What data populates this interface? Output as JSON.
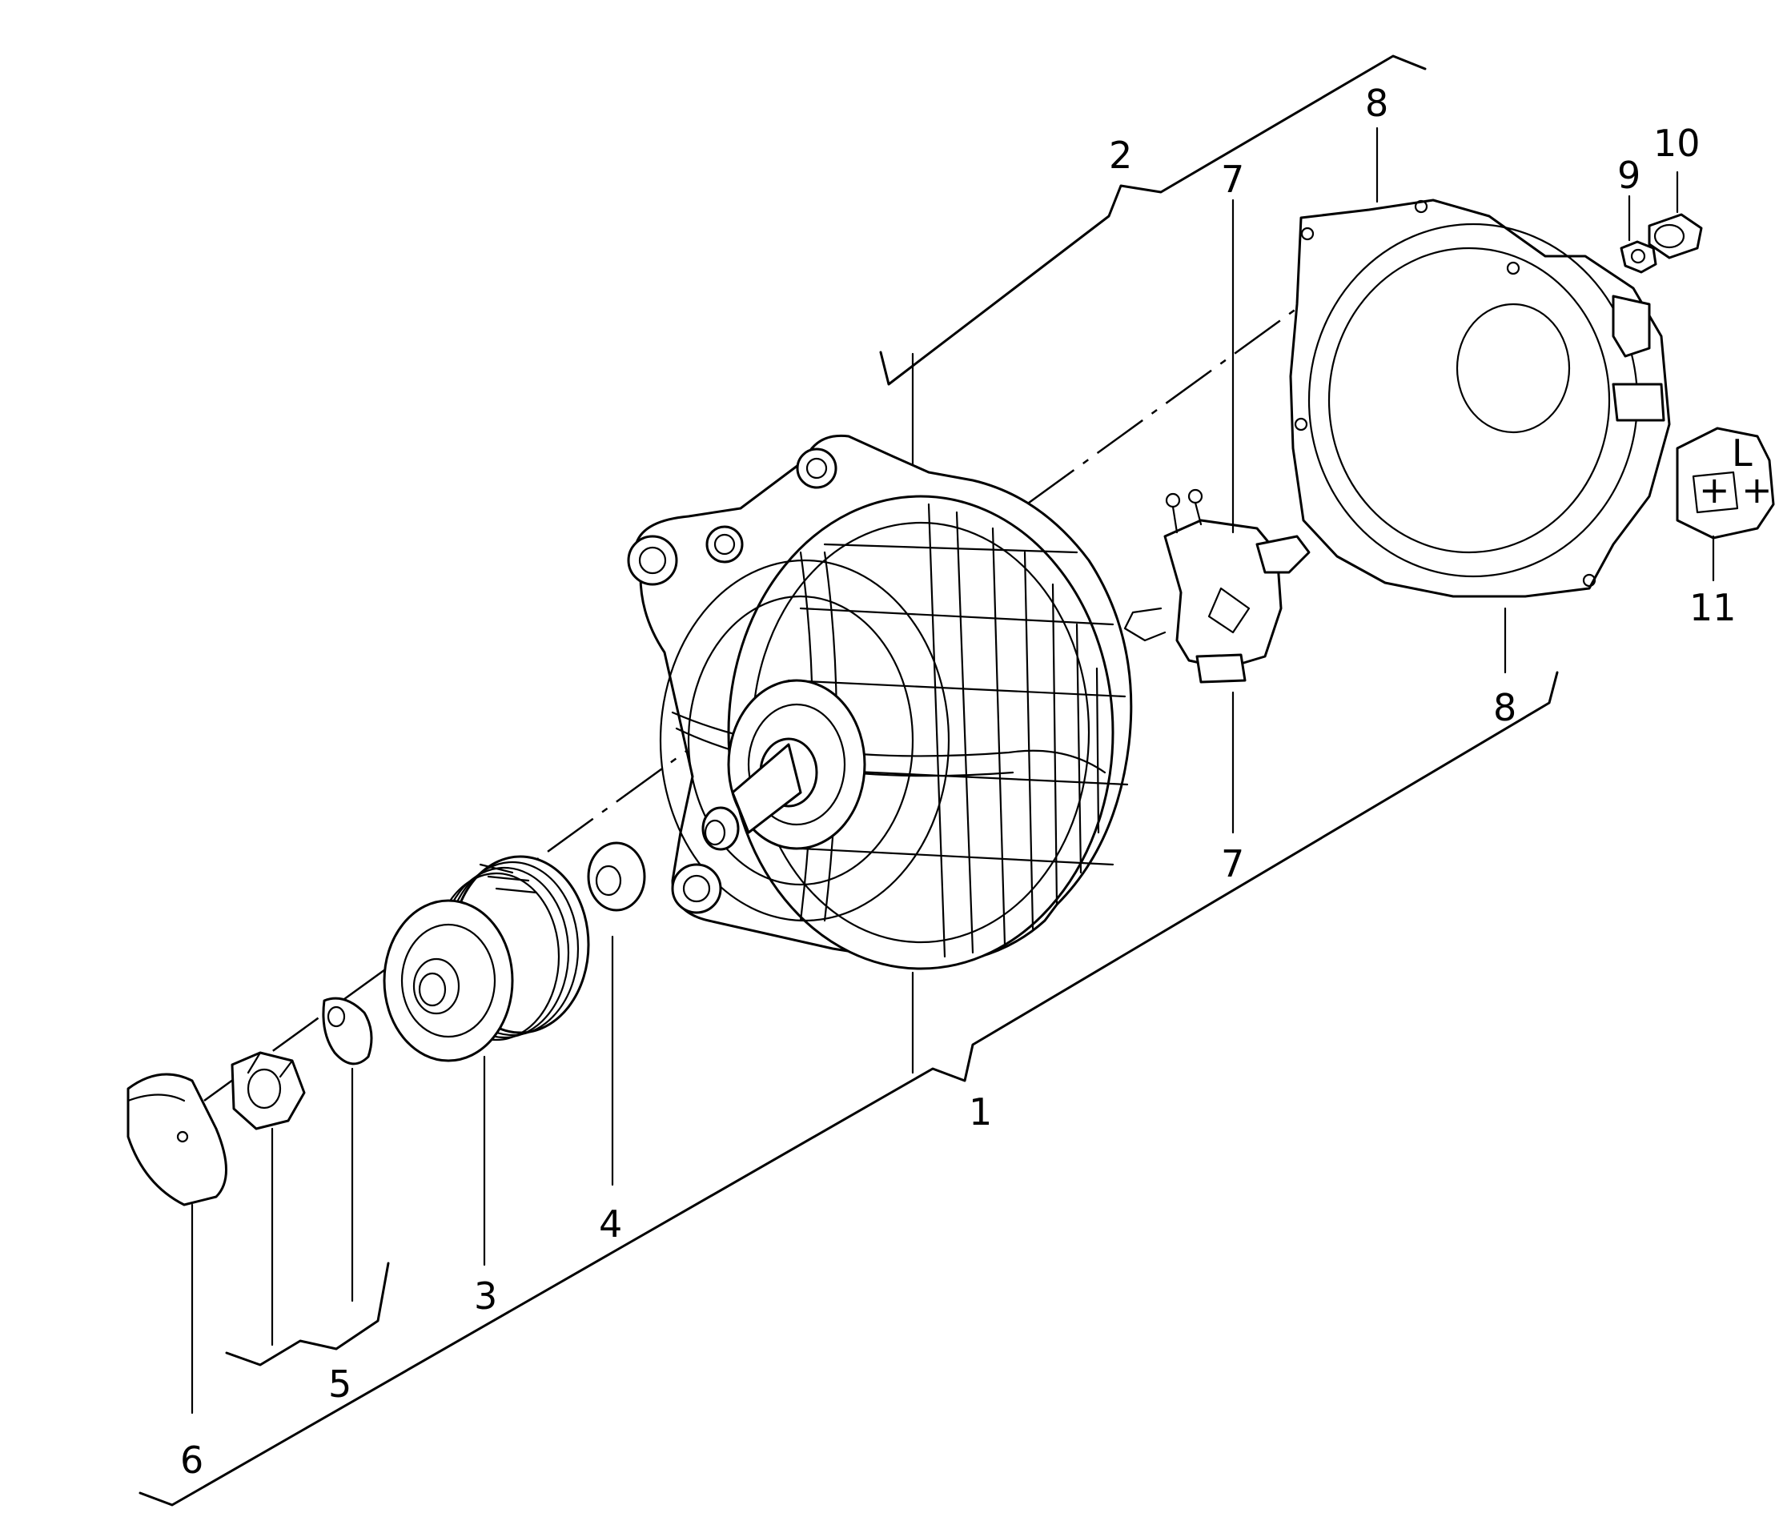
{
  "callouts": {
    "c1": "1",
    "c2": "2",
    "c3": "3",
    "c4": "4",
    "c5": "5",
    "c6": "6",
    "c7_top": "7",
    "c7_bottom": "7",
    "c8_top": "8",
    "c8_bottom": "8",
    "c9": "9",
    "c10": "10",
    "c11": "11"
  },
  "connector_marks": {
    "plus_minus": "+ +",
    "pin_label": "L"
  }
}
